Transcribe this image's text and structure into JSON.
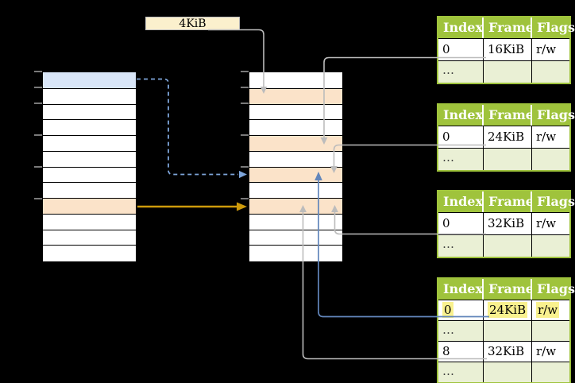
{
  "label_4kib": "4KiB",
  "memory": {
    "left_rows": [
      "blue",
      "white",
      "white",
      "white",
      "white",
      "white",
      "white",
      "white",
      "orange",
      "white",
      "white",
      "white"
    ],
    "middle_rows": [
      "white",
      "orange",
      "white",
      "white",
      "orange",
      "white",
      "orange",
      "white",
      "orange",
      "white",
      "white",
      "white"
    ]
  },
  "page_tables": {
    "headers": [
      "Index",
      "Frame",
      "Flags"
    ],
    "tables": [
      {
        "rows": [
          {
            "index": "0",
            "frame": "16KiB",
            "flags": "r/w"
          },
          {
            "index": "…",
            "frame": "",
            "flags": ""
          }
        ]
      },
      {
        "rows": [
          {
            "index": "0",
            "frame": "24KiB",
            "flags": "r/w"
          },
          {
            "index": "…",
            "frame": "",
            "flags": ""
          }
        ]
      },
      {
        "rows": [
          {
            "index": "0",
            "frame": "32KiB",
            "flags": "r/w"
          },
          {
            "index": "…",
            "frame": "",
            "flags": ""
          }
        ]
      },
      {
        "rows": [
          {
            "index": "0",
            "frame": "24KiB",
            "flags": "r/w",
            "highlight": true
          },
          {
            "index": "…",
            "frame": "",
            "flags": ""
          },
          {
            "index": "8",
            "frame": "32KiB",
            "flags": "r/w"
          },
          {
            "index": "…",
            "frame": "",
            "flags": ""
          }
        ]
      }
    ]
  },
  "colors": {
    "header-green": "#9fc33c",
    "row-light-green": "#eaf0d5",
    "row-orange": "#fbe3c9",
    "row-blue": "#d9e6f8",
    "box-cream": "#fbf0cd",
    "highlight-yellow": "#f9f18e",
    "arrow-gray": "#bcbcbc",
    "arrow-blue": "#6286bb",
    "arrow-dashed-blue": "#7da4d9",
    "arrow-gold": "#cd9a0b",
    "tick-gray": "#7a7a7a"
  }
}
